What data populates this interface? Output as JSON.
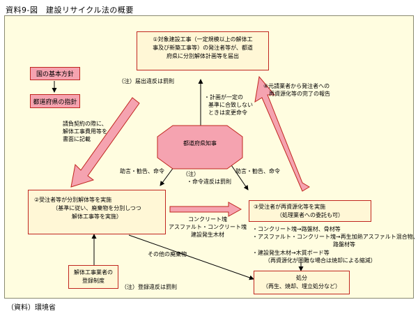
{
  "title": "資料9-図　建設リサイクル法の概要",
  "source": "（資料）環境省",
  "boxes": {
    "owner": [
      "①対象建設工事（一定規模以上の解体工",
      "事及び新築工事等）の発注者等が、都道",
      "府県に分別解体計画等を届出"
    ],
    "national": "国の基本方針",
    "prefectural": "都道府県の指針",
    "governor": "都道府県知事",
    "contractor": [
      "②受注者等が分別解体等を実施",
      "（基準に従い、廃棄物を分別しつつ",
      "解体工事等を実施）"
    ],
    "recycler_title": [
      "③受注者が再資源化等を実施",
      "（処理業者への委託も可）"
    ],
    "recycler_items": [
      "・コンクリート塊→路盤材、骨材等",
      "・アスファルト・コンクリート塊→再生加熱アスファルト混合物、",
      "路盤材等",
      "・建設発生木材→木質ボード等",
      "（再資源化が困難な場合は焼却による縮減）"
    ],
    "demolition": [
      "解体工事業者の",
      "登録制度"
    ],
    "disposal": [
      "処分",
      "（再生、焼却、埋立処分など）"
    ]
  },
  "labels": {
    "note_report": "（注）届出違反は罰則",
    "contract": [
      "請負契約の際に、",
      "解体工事費用等を",
      "書面に記載"
    ],
    "plan_change": [
      "・計画が一定の",
      "基準に合致しない",
      "ときは変更命令"
    ],
    "completion": [
      "④元請業者から発注者への",
      "再資源化等の完了の報告"
    ],
    "advice_left": "助言・勧告、命令",
    "advice_right": "助言・勧告、命令",
    "note_order": [
      "（注）",
      "・命令違反は罰則"
    ],
    "materials": [
      "コンクリート塊",
      "アスファルト・コンクリート塊",
      "建設発生木材"
    ],
    "other_waste": "その他の廃棄物",
    "note_registration": "（注）登録違反は罰則"
  },
  "colors": {
    "panel_bg": "#fffde0",
    "box_bg": "#fff7d6",
    "box_border": "#c0251e",
    "pink": "#f5a3b0",
    "arrow_outline": "#c0251e"
  }
}
